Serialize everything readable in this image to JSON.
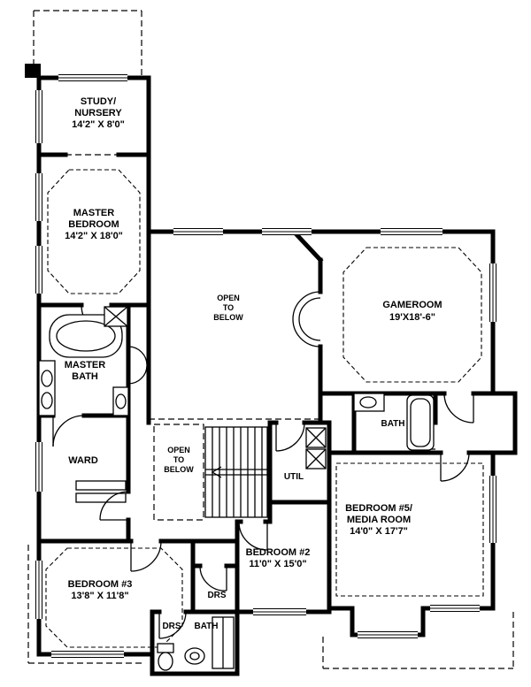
{
  "colors": {
    "wall": "#000000",
    "background": "#ffffff",
    "text": "#000000"
  },
  "rooms": {
    "study": [
      "STUDY/",
      "NURSERY",
      "14'2\" X 8'0\""
    ],
    "master": [
      "MASTER",
      "BEDROOM",
      "14'2\" X 18'0\""
    ],
    "open_below_1": [
      "OPEN",
      "TO",
      "BELOW"
    ],
    "gameroom": [
      "GAMEROOM",
      "19'X18'-6\""
    ],
    "master_bath": [
      "MASTER",
      "BATH"
    ],
    "ward": [
      "WARD"
    ],
    "open_below_2": [
      "OPEN",
      "TO",
      "BELOW"
    ],
    "util": [
      "UTIL"
    ],
    "bath_right": [
      "BATH"
    ],
    "bedroom5": [
      "BEDROOM #5/",
      "MEDIA ROOM",
      "14'0\" X 17'7\""
    ],
    "bedroom2": [
      "BEDROOM #2",
      "11'0\" X 15'0\""
    ],
    "bedroom3": [
      "BEDROOM #3",
      "13'8\" X 11'8\""
    ],
    "drs_closet": [
      "DRS"
    ],
    "drs_bath": [
      "DRS"
    ],
    "bath_bottom": [
      "BATH"
    ]
  }
}
